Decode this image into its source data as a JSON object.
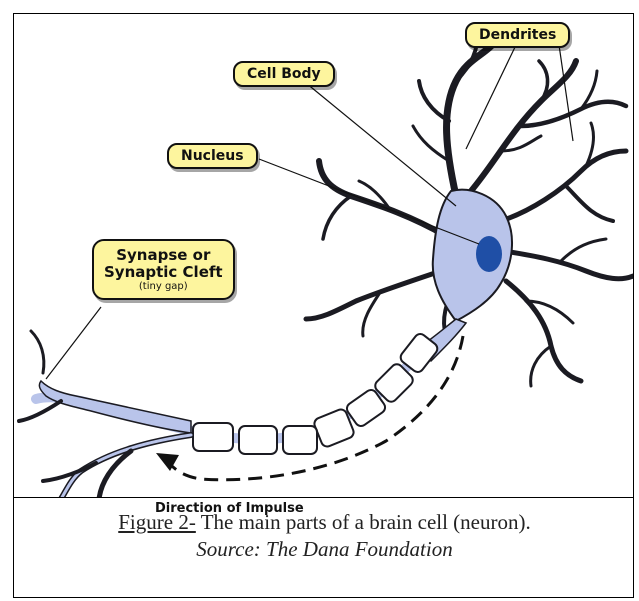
{
  "labels": {
    "dendrites": "Dendrites",
    "cell_body": "Cell Body",
    "nucleus": "Nucleus",
    "synapse_line1": "Synapse or",
    "synapse_line2": "Synaptic Cleft",
    "synapse_sub": "(tiny gap)",
    "direction": "Direction of Impulse"
  },
  "caption": {
    "figure": "Figure 2-",
    "text": " The main parts of a brain cell (neuron).",
    "source": "Source: The Dana Foundation"
  },
  "colors": {
    "cell_fill": "#b9c4ea",
    "nucleus": "#1f4fa6",
    "label_bg": "#fdf59e"
  }
}
